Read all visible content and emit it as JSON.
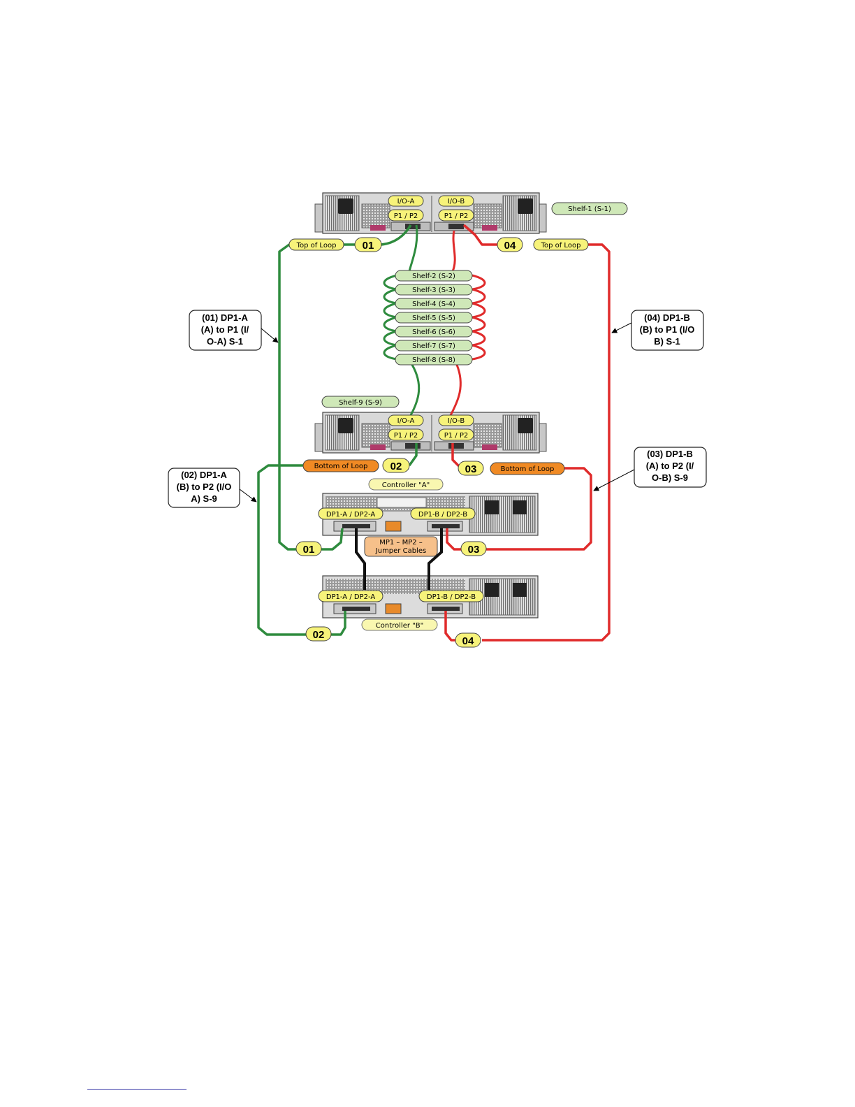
{
  "colors": {
    "green_cable": "#2e8b3e",
    "red_cable": "#e02b2b",
    "black_cable": "#111111",
    "yellow_label": "#f7f37a",
    "shelf_label": "#cfe8b8",
    "orange_label": "#f08a24",
    "jumper_label": "#f6c08a",
    "chassis": "#d8d8d8"
  },
  "shelf_labels": {
    "s1": "Shelf-1 (S-1)",
    "s2": "Shelf-2 (S-2)",
    "s3": "Shelf-3 (S-3)",
    "s4": "Shelf-4 (S-4)",
    "s5": "Shelf-5 (S-5)",
    "s6": "Shelf-6 (S-6)",
    "s7": "Shelf-7 (S-7)",
    "s8": "Shelf-8 (S-8)",
    "s9": "Shelf-9 (S-9)"
  },
  "io_labels": {
    "io_a": "I/O-A",
    "io_b": "I/O-B",
    "ports": "P1 / P2"
  },
  "loop_labels": {
    "top": "Top of Loop",
    "bottom": "Bottom of Loop"
  },
  "cable_numbers": {
    "c01": "01",
    "c02": "02",
    "c03": "03",
    "c04": "04"
  },
  "controller_labels": {
    "a": "Controller \"A\"",
    "b": "Controller \"B\"",
    "dp_a": "DP1-A / DP2-A",
    "dp_b": "DP1-B / DP2-B"
  },
  "jumper": {
    "line1": "MP1 – MP2 –",
    "line2": "Jumper Cables"
  },
  "callouts": {
    "c01": [
      "(01) DP1-A",
      "(A) to P1 (I/",
      "O-A) S-1"
    ],
    "c02": [
      "(02) DP1-A",
      "(B) to P2 (I/O",
      "A) S-9"
    ],
    "c03": [
      "(03) DP1-B",
      "(A) to P2 (I/",
      "O-B) S-9"
    ],
    "c04": [
      "(04) DP1-B",
      "(B) to P1 (I/O",
      "B) S-1"
    ]
  }
}
